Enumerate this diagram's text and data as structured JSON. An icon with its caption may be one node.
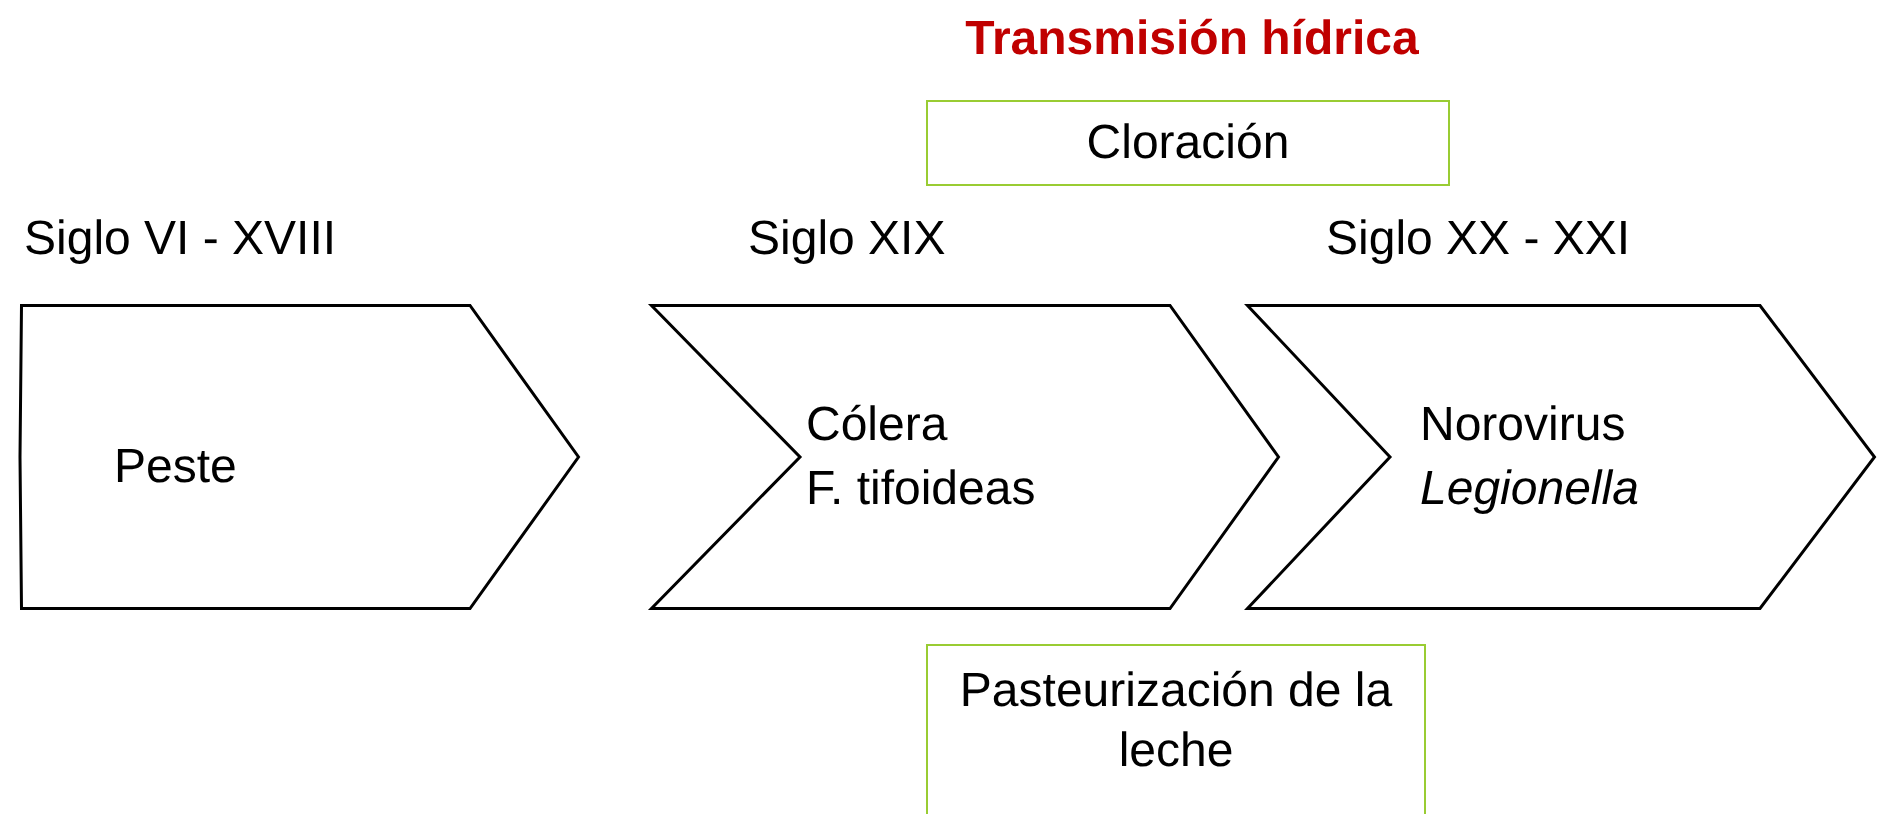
{
  "diagram": {
    "title": "Transmisión hídrica",
    "nodes": [
      {
        "text": [
          "Peste"
        ],
        "beside": [
          "Siglo VI - XVIII"
        ]
      },
      {
        "text": [
          "Cólera",
          "F. tifoideas"
        ],
        "beside": [
          "Siglo XIX"
        ]
      },
      {
        "text": [
          "Norovirus",
          "*Legionella*"
        ],
        "beside": [
          "Siglo XX - XXI"
        ]
      },
      {
        "text": [
          "Cloración"
        ]
      },
      {
        "text": [
          "Pasteurización de la leche"
        ]
      }
    ]
  }
}
